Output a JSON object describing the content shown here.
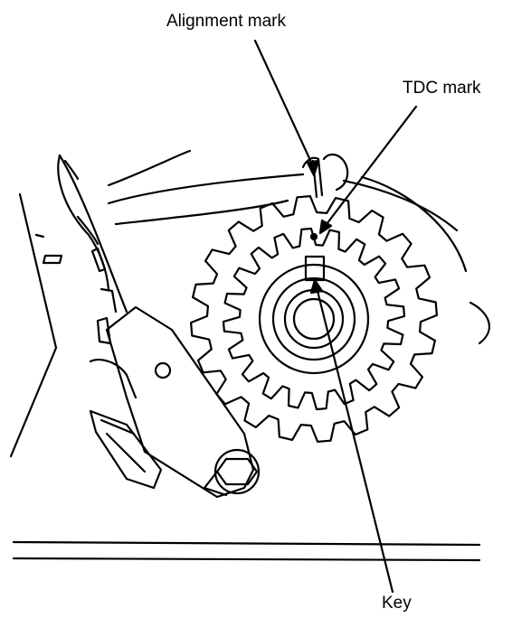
{
  "labels": {
    "alignment_mark": "Alignment mark",
    "tdc_mark": "TDC mark",
    "key": "Key"
  },
  "colors": {
    "line": "#000000",
    "background": "#ffffff"
  }
}
